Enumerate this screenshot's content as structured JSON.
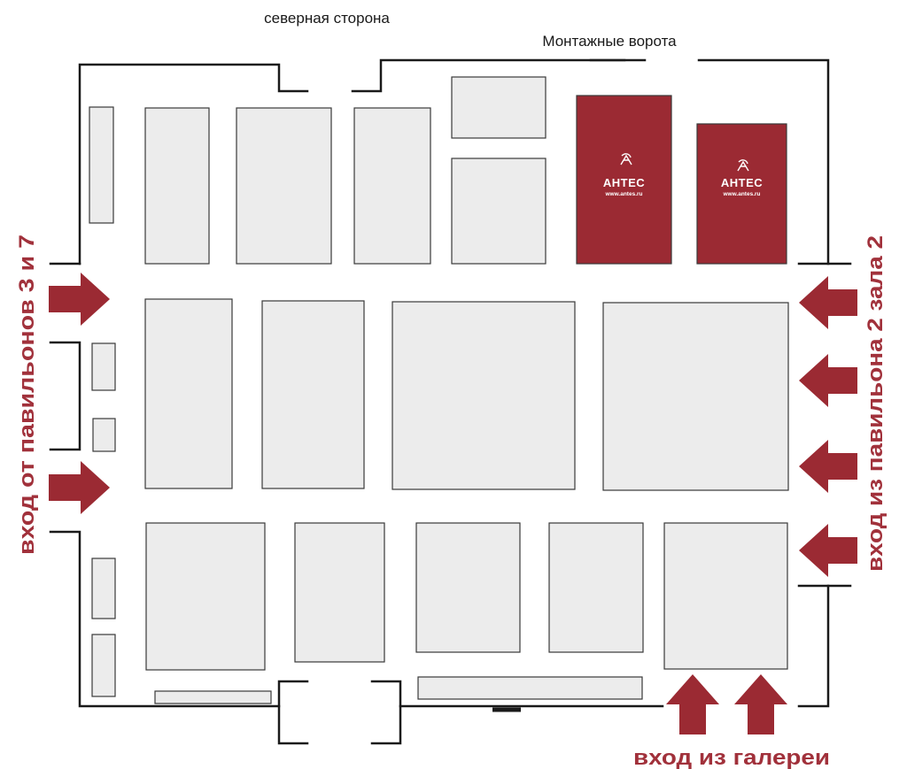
{
  "labels": {
    "north_side": "северная сторона",
    "assembly_gate": "Монтажные ворота",
    "entry_left": "вход от павильонов 3 и 7",
    "entry_right": "вход из павильона 2 зала 2",
    "entry_bottom": "вход из галереи"
  },
  "exhibitor": {
    "name": "АНТЕС",
    "url": "www.antes.ru"
  },
  "booths": [
    {
      "id": "n-strip-left",
      "kind": "plain"
    },
    {
      "id": "n1",
      "kind": "plain"
    },
    {
      "id": "n2",
      "kind": "plain"
    },
    {
      "id": "n3",
      "kind": "plain"
    },
    {
      "id": "n4-top",
      "kind": "plain"
    },
    {
      "id": "n4-bottom",
      "kind": "plain"
    },
    {
      "id": "antes-1",
      "kind": "exhibitor"
    },
    {
      "id": "antes-2",
      "kind": "exhibitor"
    },
    {
      "id": "m-small-1",
      "kind": "plain"
    },
    {
      "id": "m-small-2",
      "kind": "plain"
    },
    {
      "id": "m1",
      "kind": "plain"
    },
    {
      "id": "m2",
      "kind": "plain"
    },
    {
      "id": "m3",
      "kind": "plain"
    },
    {
      "id": "m4",
      "kind": "plain"
    },
    {
      "id": "s-small-1",
      "kind": "plain"
    },
    {
      "id": "s-small-2",
      "kind": "plain"
    },
    {
      "id": "s1",
      "kind": "plain"
    },
    {
      "id": "s2",
      "kind": "plain"
    },
    {
      "id": "s3",
      "kind": "plain"
    },
    {
      "id": "s4",
      "kind": "plain"
    },
    {
      "id": "s5",
      "kind": "plain"
    },
    {
      "id": "s-strip-left",
      "kind": "plain"
    },
    {
      "id": "s-strip-right",
      "kind": "plain"
    }
  ],
  "colors": {
    "exhibitor": "#9b2a33",
    "entry_arrow": "#9b2a33",
    "entry_text": "#a1313b",
    "booth": "#ececec"
  }
}
